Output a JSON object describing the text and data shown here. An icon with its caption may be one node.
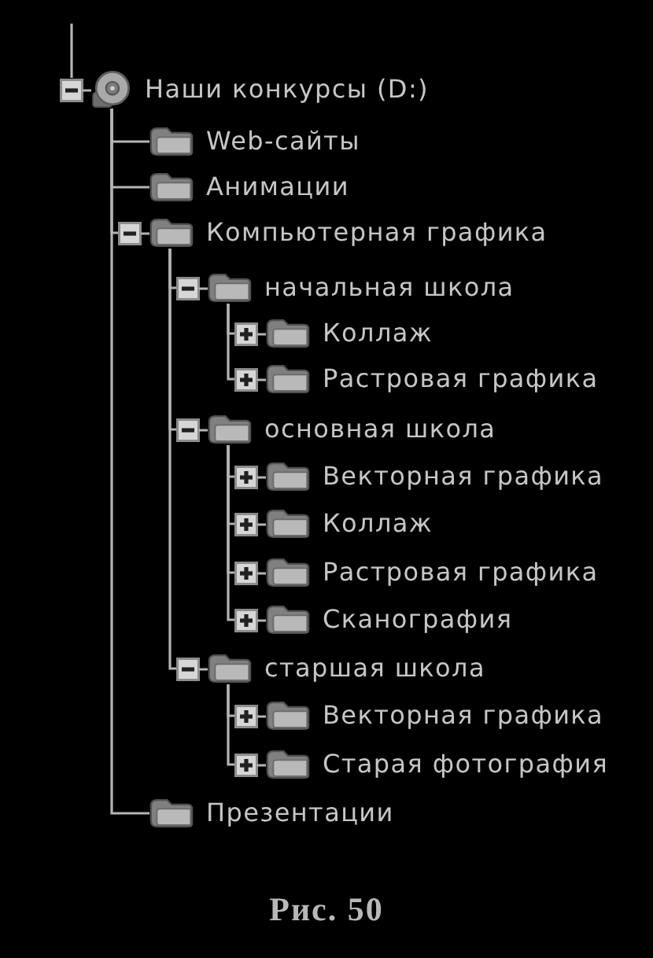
{
  "diagram": {
    "caption": "Рис. 50",
    "nodes": [
      {
        "text": [
          "Наши конкурсы (D:)"
        ]
      },
      {
        "text": [
          "Web-сайты"
        ]
      },
      {
        "text": [
          "Анимации"
        ]
      },
      {
        "text": [
          "Компьютерная графика"
        ]
      },
      {
        "text": [
          "начальная школа"
        ]
      },
      {
        "text": [
          "Коллаж"
        ]
      },
      {
        "text": [
          "Растровая графика"
        ]
      },
      {
        "text": [
          "основная школа"
        ]
      },
      {
        "text": [
          "Векторная графика"
        ]
      },
      {
        "text": [
          "Коллаж"
        ]
      },
      {
        "text": [
          "Растровая графика"
        ]
      },
      {
        "text": [
          "Сканография"
        ]
      },
      {
        "text": [
          "старшая школа"
        ]
      },
      {
        "text": [
          "Векторная графика"
        ]
      },
      {
        "text": [
          "Старая фотография"
        ]
      },
      {
        "text": [
          "Презентации"
        ]
      }
    ],
    "edges": [
      {
        "from": null,
        "to": 0,
        "arrow": "none"
      },
      {
        "from": 0,
        "to": 1,
        "arrow": "none"
      },
      {
        "from": 0,
        "to": 2,
        "arrow": "none"
      },
      {
        "from": 0,
        "to": 3,
        "arrow": "none"
      },
      {
        "from": 3,
        "to": 4,
        "arrow": "none"
      },
      {
        "from": 4,
        "to": 5,
        "arrow": "none"
      },
      {
        "from": 4,
        "to": 6,
        "arrow": "none"
      },
      {
        "from": 3,
        "to": 7,
        "arrow": "none"
      },
      {
        "from": 7,
        "to": 8,
        "arrow": "none"
      },
      {
        "from": 7,
        "to": 9,
        "arrow": "none"
      },
      {
        "from": 7,
        "to": 10,
        "arrow": "none"
      },
      {
        "from": 7,
        "to": 11,
        "arrow": "none"
      },
      {
        "from": 3,
        "to": 12,
        "arrow": "none"
      },
      {
        "from": 12,
        "to": 13,
        "arrow": "none"
      },
      {
        "from": 12,
        "to": 14,
        "arrow": "none"
      },
      {
        "from": 0,
        "to": 15,
        "arrow": "none"
      }
    ]
  }
}
